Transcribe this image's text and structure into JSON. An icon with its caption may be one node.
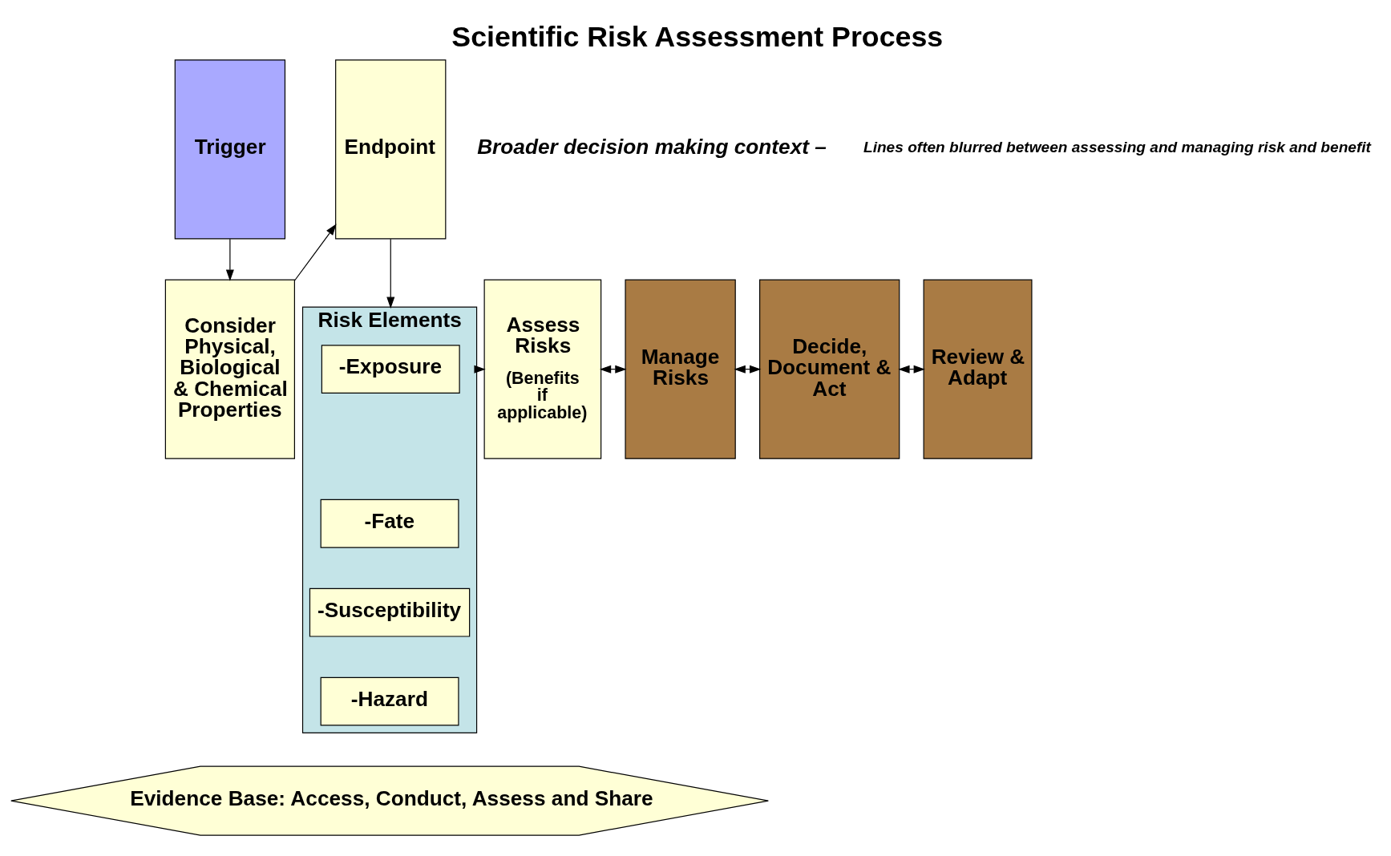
{
  "diagram": {
    "title": "Scientific Risk Assessment Process",
    "nodes": [
      {
        "text": [
          "Trigger"
        ]
      },
      {
        "text": [
          "Endpoint"
        ]
      },
      {
        "text": [
          "Consider Physical, Biological & Chemical Properties"
        ]
      },
      {
        "text": [
          "Risk Elements"
        ]
      },
      {
        "text": [
          "-Exposure"
        ],
        "in": 3
      },
      {
        "text": [
          "-Fate"
        ],
        "in": 3
      },
      {
        "text": [
          "-Susceptibility"
        ],
        "in": 3
      },
      {
        "text": [
          "-Hazard"
        ],
        "in": 3
      },
      {
        "text": [
          "Assess Risks",
          "(Benefits if applicable)"
        ]
      },
      {
        "text": [
          "Manage Risks"
        ]
      },
      {
        "text": [
          "Decide, Document & Act"
        ]
      },
      {
        "text": [
          "Review & Adapt"
        ]
      },
      {
        "text": [
          "Evidence Base: Access, Conduct, Assess and Share"
        ]
      }
    ],
    "edges": [
      {
        "from": 0,
        "to": 2,
        "arrow": "to"
      },
      {
        "from": 2,
        "to": 1,
        "arrow": "to"
      },
      {
        "from": 1,
        "to": 3,
        "arrow": "to"
      },
      {
        "from": 3,
        "to": 8,
        "arrow": "to"
      },
      {
        "from": 8,
        "to": 9,
        "arrow": "both"
      },
      {
        "from": 9,
        "to": 10,
        "arrow": "both"
      },
      {
        "from": 10,
        "to": 11,
        "arrow": "both"
      }
    ],
    "labels": [
      "Broader decision making context –",
      "Lines often blurred between assessing and managing risk and benefit"
    ]
  }
}
